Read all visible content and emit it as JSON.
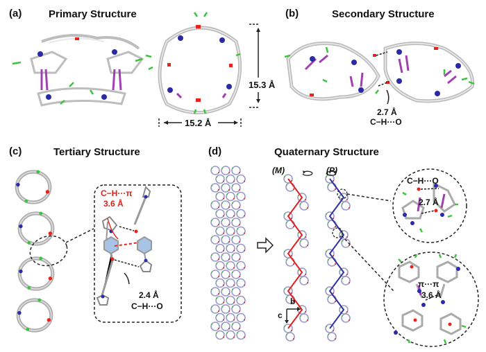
{
  "panels": {
    "a": {
      "label": "(a)",
      "title": "Primary Structure",
      "width_dim": "15.2 Å",
      "height_dim": "15.3 Å"
    },
    "b": {
      "label": "(b)",
      "title": "Secondary Structure",
      "distance": "2.7 Å",
      "interaction": "C−H···O"
    },
    "c": {
      "label": "(c)",
      "title": "Tertiary Structure",
      "ch_pi": "C−H···π",
      "ch_pi_distance": "3.6 Å",
      "distance": "2.4 Å",
      "interaction": "C−H···O"
    },
    "d": {
      "label": "(d)",
      "title": "Quaternary Structure",
      "left_helix": "(M)",
      "right_helix": "(P)",
      "axis_b": "b",
      "axis_c": "c",
      "inset1_interaction": "C−H···O",
      "inset1_distance": "2.7 Å",
      "inset2_interaction": "π···π",
      "inset2_distance": "3.6 Å"
    }
  },
  "colors": {
    "carbon": "#c8c8c8",
    "nitrogen": "#2a2aa8",
    "oxygen": "#e8231c",
    "fluorine": "#3cc43c",
    "iodine": "#a040b0",
    "helix_m": "#e02020",
    "helix_p": "#3030a0"
  }
}
